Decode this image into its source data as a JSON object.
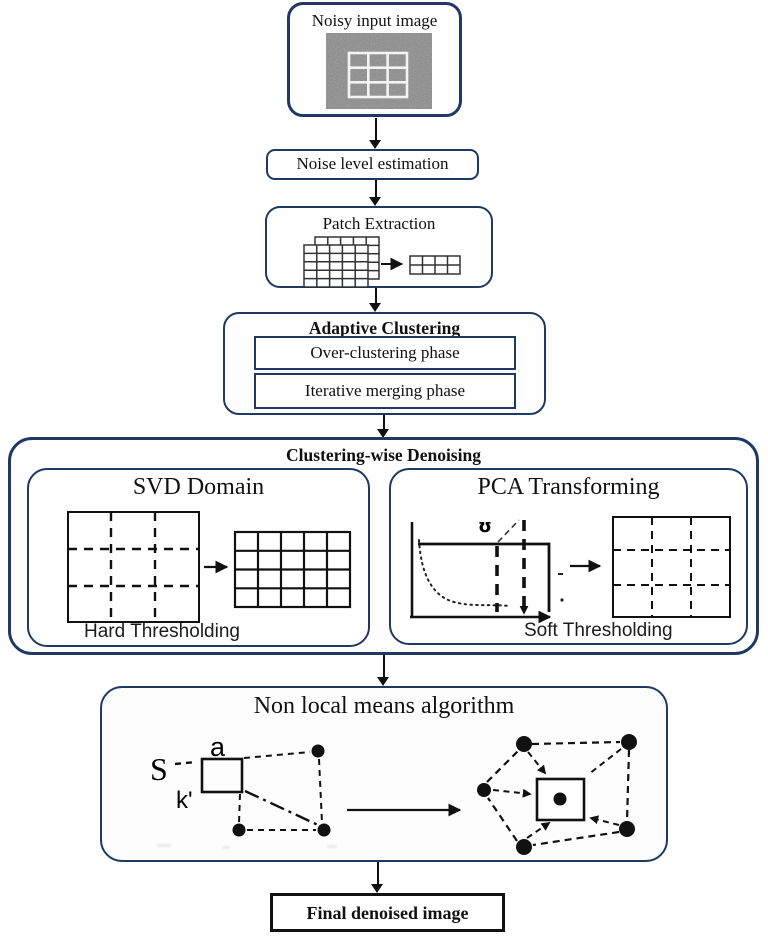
{
  "flow": {
    "noisy_input": {
      "label": "Noisy input image"
    },
    "noise_level": {
      "label": "Noise level estimation"
    },
    "patch_extraction": {
      "label": "Patch Extraction"
    },
    "adaptive_clustering": {
      "title": "Adaptive Clustering",
      "phases": [
        "Over-clustering phase",
        "Iterative merging phase"
      ]
    },
    "clustering_denoising": {
      "title": "Clustering-wise Denoising",
      "svd": {
        "title": "SVD Domain",
        "caption": "Hard Thresholding"
      },
      "pca": {
        "title": "PCA Transforming",
        "caption": "Soft Thresholding",
        "symbol": "ʊ"
      }
    },
    "nlm": {
      "title": "Non local means algorithm",
      "search_window_label": "S",
      "patch_label": "a",
      "pixel_label": "k'"
    },
    "final": {
      "label": "Final denoised image"
    }
  },
  "colors": {
    "border_navy": "#1f3864",
    "ink": "#111111",
    "noise_gray": "#8a8a8a"
  }
}
